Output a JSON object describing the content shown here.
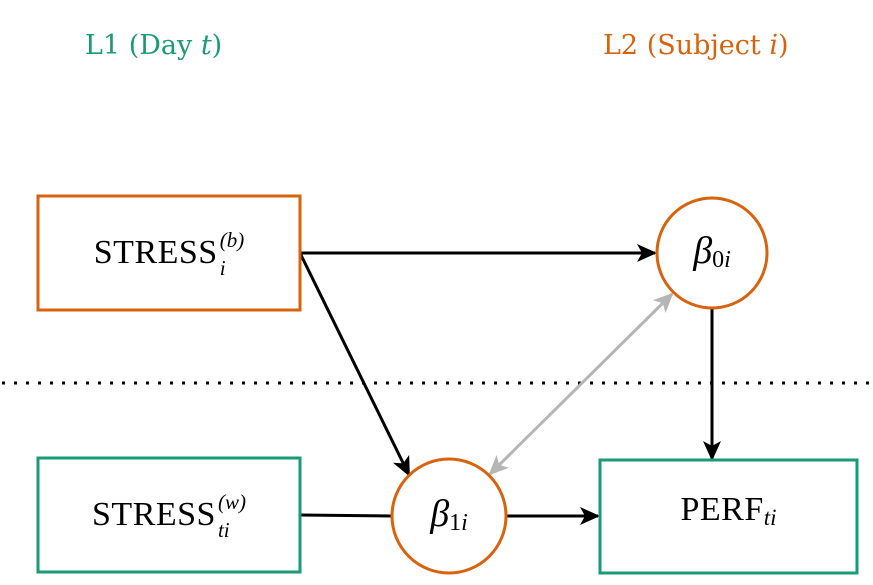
{
  "colors": {
    "level1": "#1a9a77",
    "level2": "#d9620f",
    "arrow": "#000000",
    "covariance_arrow": "#b5b5b5",
    "divider": "#000000"
  },
  "levels": {
    "l1": {
      "prefix": "L1 (Day ",
      "var": "t",
      "suffix": ")"
    },
    "l2": {
      "prefix": "L2 (Subject ",
      "var": "i",
      "suffix": ")"
    }
  },
  "nodes": {
    "stress_between": {
      "base": "STRESS",
      "superscript": "(b)",
      "subscript": "i",
      "level": "L2"
    },
    "stress_within": {
      "base": "STRESS",
      "superscript": "(w)",
      "subscript": "ti",
      "level": "L1"
    },
    "beta0": {
      "symbol": "β",
      "subscript_num": "0",
      "subscript_var": "i",
      "level": "L2"
    },
    "beta1": {
      "symbol": "β",
      "subscript_num": "1",
      "subscript_var": "i",
      "level": "L2"
    },
    "perf": {
      "base": "PERF",
      "subscript": "ti",
      "level": "L1"
    }
  },
  "edges": [
    {
      "from": "stress_between",
      "to": "beta0",
      "type": "directed"
    },
    {
      "from": "stress_between",
      "to": "beta1",
      "type": "directed"
    },
    {
      "from": "beta0",
      "to": "perf",
      "type": "directed"
    },
    {
      "from": "beta1",
      "to": "perf",
      "type": "directed"
    },
    {
      "from": "stress_within",
      "to": "beta1",
      "type": "line"
    },
    {
      "from": "beta0",
      "to": "beta1",
      "type": "bidirectional-covariance"
    }
  ]
}
